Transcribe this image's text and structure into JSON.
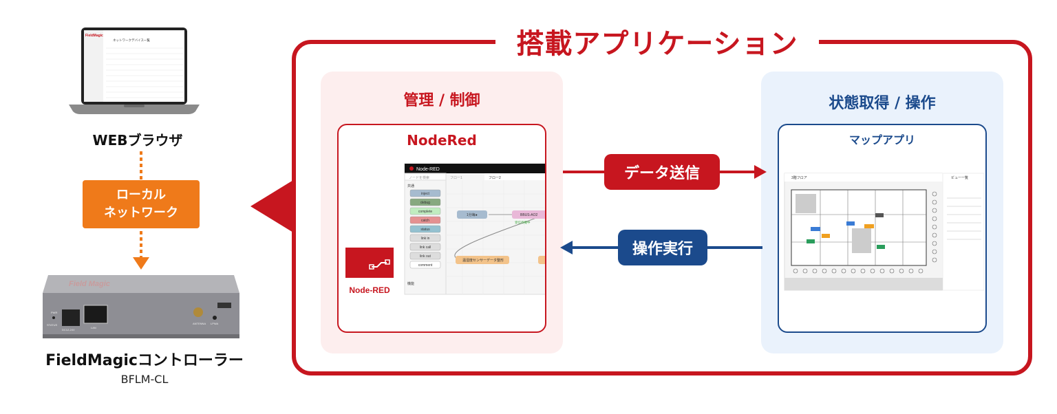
{
  "title": "搭載アプリケーション",
  "left_panel": {
    "title": "管理 / 制御",
    "app_name": "NodeRed",
    "logo_text": "Node-RED",
    "header_text": "Node-RED",
    "search_placeholder": "ノードを検索",
    "tabs": [
      "フロー1",
      "フロー2"
    ],
    "palette_section": "共通",
    "palette_section2": "機能",
    "palette_nodes": [
      "inject",
      "debug",
      "complete",
      "catch",
      "status",
      "link in",
      "link call",
      "link out",
      "comment"
    ],
    "flow_nodes": [
      "1分毎●",
      "BBUS-AO2",
      "温湿度センサーデータ整形"
    ],
    "flow_status": "受信待機中"
  },
  "right_panel": {
    "title": "状態取得 / 操作",
    "app_name": "マップアプリ",
    "floor_label": "3階フロア",
    "side_header": "ビュー一覧"
  },
  "arrows": {
    "send_label": "データ送信",
    "execute_label": "操作実行"
  },
  "left_column": {
    "browser_label": "WEBブラウザ",
    "network_line1": "ローカル",
    "network_line2": "ネットワーク",
    "controller_name": "FieldMagicコントローラー",
    "controller_model": "BFLM-CL",
    "laptop_header": "ネットワークデバイス一覧",
    "laptop_logo": "FieldMagic",
    "device_brand": "Field Magic",
    "device_ports": [
      "PWR",
      "STATUS",
      "DC12-24V",
      "LAN",
      "ANTENNA",
      "LPWA"
    ]
  },
  "colors": {
    "red": "#c7161f",
    "blue": "#1b4a8c",
    "orange": "#ef7a1a"
  }
}
